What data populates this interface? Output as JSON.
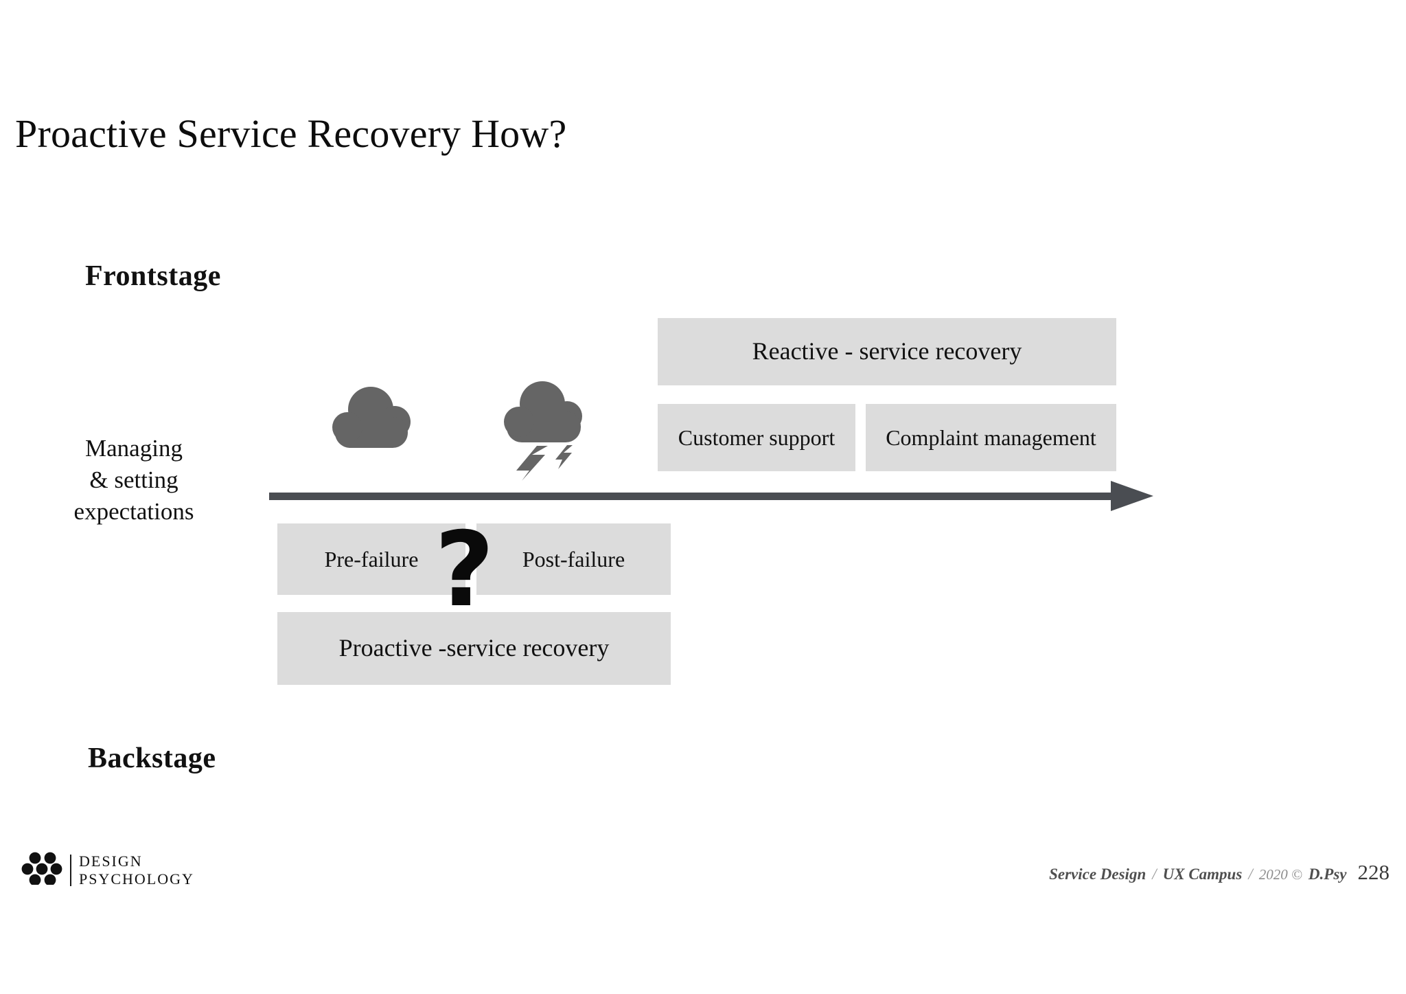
{
  "slide": {
    "title": "Proactive Service Recovery How?",
    "frontstage_label": "Frontstage",
    "backstage_label": "Backstage",
    "question_mark": "?"
  },
  "annotation": {
    "line1": "Managing",
    "line2": "& setting",
    "line3": "expectations"
  },
  "boxes": {
    "reactive": "Reactive - service recovery",
    "customer_support": "Customer support",
    "complaint_management": "Complaint management",
    "pre_failure": "Pre-failure",
    "post_failure": "Post-failure",
    "proactive": "Proactive -service recovery"
  },
  "icons": {
    "cloud": "cloud-icon",
    "storm_cloud": "storm-cloud-icon",
    "arrow": "timeline-arrow-icon"
  },
  "logo": {
    "line1": "DESIGN",
    "line2": "PSYCHOLOGY"
  },
  "footer": {
    "course": "Service Design",
    "sep1": "/",
    "campus": "UX Campus",
    "sep2": "/",
    "year": "2020 ©",
    "author": "D.Psy",
    "page_number": "228"
  },
  "colors": {
    "box_fill": "#dcdcdc",
    "arrow": "#4a4d52",
    "icon_gray": "#656565",
    "text": "#111111",
    "background": "#ffffff"
  }
}
